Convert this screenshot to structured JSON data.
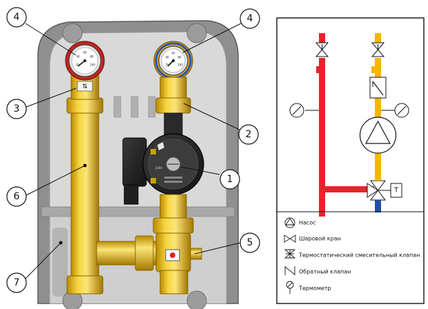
{
  "callouts": [
    {
      "id": "1",
      "label": "1"
    },
    {
      "id": "2",
      "label": "2"
    },
    {
      "id": "3",
      "label": "3"
    },
    {
      "id": "4a",
      "label": "4"
    },
    {
      "id": "4b",
      "label": "4"
    },
    {
      "id": "5",
      "label": "5"
    },
    {
      "id": "6",
      "label": "6"
    },
    {
      "id": "7",
      "label": "7"
    }
  ],
  "schematic": {
    "temp_box_label": "T",
    "colors": {
      "supply": "#e8232a",
      "return": "#f7b500",
      "blue": "#2450a8",
      "outline": "#222222"
    }
  },
  "legend": [
    {
      "icon": "pump-symbol-icon",
      "text": "Насос"
    },
    {
      "icon": "ball-valve-symbol-icon",
      "text": "Шаровой кран"
    },
    {
      "icon": "mixing-valve-symbol-icon",
      "text": "Термостатический смесительный клапан"
    },
    {
      "icon": "check-valve-symbol-icon",
      "text": "Обратный клапан"
    },
    {
      "icon": "thermometer-symbol-icon",
      "text": "Термометр"
    }
  ],
  "pump_marking": "230V",
  "arrows_mark": "⇅"
}
